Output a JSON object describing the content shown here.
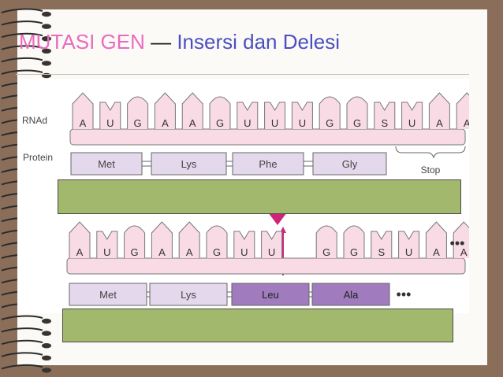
{
  "slide": {
    "title": {
      "part1": "MUTASI GEN",
      "sep": " — ",
      "part2": "Insersi dan Delesi"
    }
  },
  "diagram": {
    "labels": {
      "rna": "RNAd",
      "protein": "Protein",
      "stop": "Stop"
    },
    "top": {
      "bases": [
        "A",
        "U",
        "G",
        "A",
        "A",
        "G",
        "U",
        "U",
        "U",
        "G",
        "G",
        "S",
        "U",
        "A",
        "A"
      ],
      "proteins": [
        "Met",
        "Lys",
        "Phe",
        "Gly"
      ]
    },
    "bottom": {
      "bases": [
        "A",
        "U",
        "G",
        "A",
        "A",
        "G",
        "U",
        "U",
        "G",
        "G",
        "S",
        "U",
        "A",
        "A"
      ],
      "proteins": [
        "Met",
        "Lys",
        "Leu",
        "Ala"
      ],
      "ellipsis": "•••"
    }
  },
  "colors": {
    "rna_fill": "#f9dbe6",
    "protein_fill": "#e4d8ec",
    "protein_mutated": "#a07bbd",
    "green_box": "#a2b96d",
    "marker": "#d0247a",
    "title_pink": "#e96bbf",
    "title_blue": "#4b4fc0"
  }
}
